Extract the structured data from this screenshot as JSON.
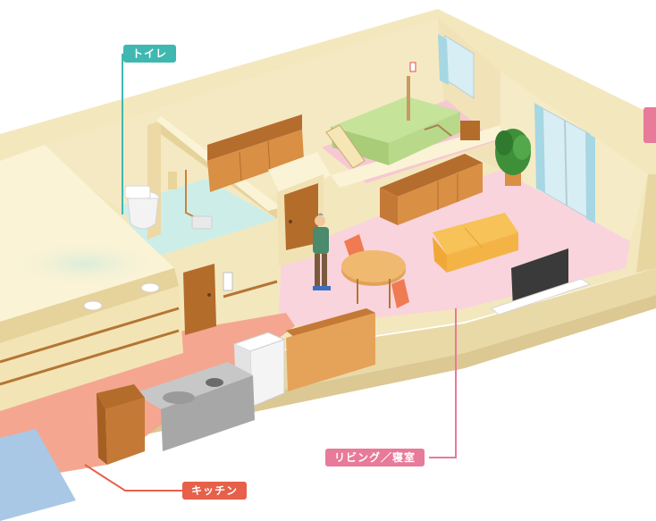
{
  "labels": {
    "toilet": "トイレ",
    "kitchen": "キッチン",
    "living": "リビング／寝室"
  },
  "colors": {
    "toilet_accent": "#3eb8b0",
    "kitchen_accent": "#e6604a",
    "living_accent": "#e87a9a",
    "wall": "#f3e7be",
    "wall_top": "#fbf3d6",
    "living_floor": "#f9d4dd",
    "kitchen_floor": "#f4a690",
    "toilet_floor": "#cdeee8",
    "furniture": "#c8833f"
  }
}
